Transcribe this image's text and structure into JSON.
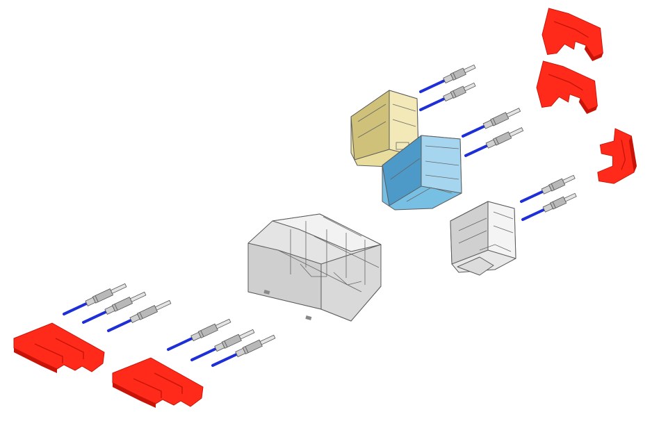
{
  "diagram": {
    "type": "exploded-connector-assembly",
    "text_labels": [],
    "colors": {
      "red_clip": "#ff2a1a",
      "red_clip_shade": "#c81408",
      "yellow_housing": "#e8dc9a",
      "yellow_shade": "#c9bb72",
      "blue_housing": "#6fb8e0",
      "blue_shade": "#3f8fc0",
      "gray_housing": "#e6e6e6",
      "gray_shade": "#bdbdbd",
      "wire": "#1e2fd6",
      "terminal": "#b8b8b8"
    },
    "groups": [
      {
        "name": "red-clip",
        "count": 5
      },
      {
        "name": "wire-terminal",
        "count": 12
      },
      {
        "name": "yellow-housing",
        "count": 1
      },
      {
        "name": "blue-housing",
        "count": 1
      },
      {
        "name": "gray-small-housing",
        "count": 1
      },
      {
        "name": "gray-main-housing",
        "count": 1
      }
    ]
  }
}
